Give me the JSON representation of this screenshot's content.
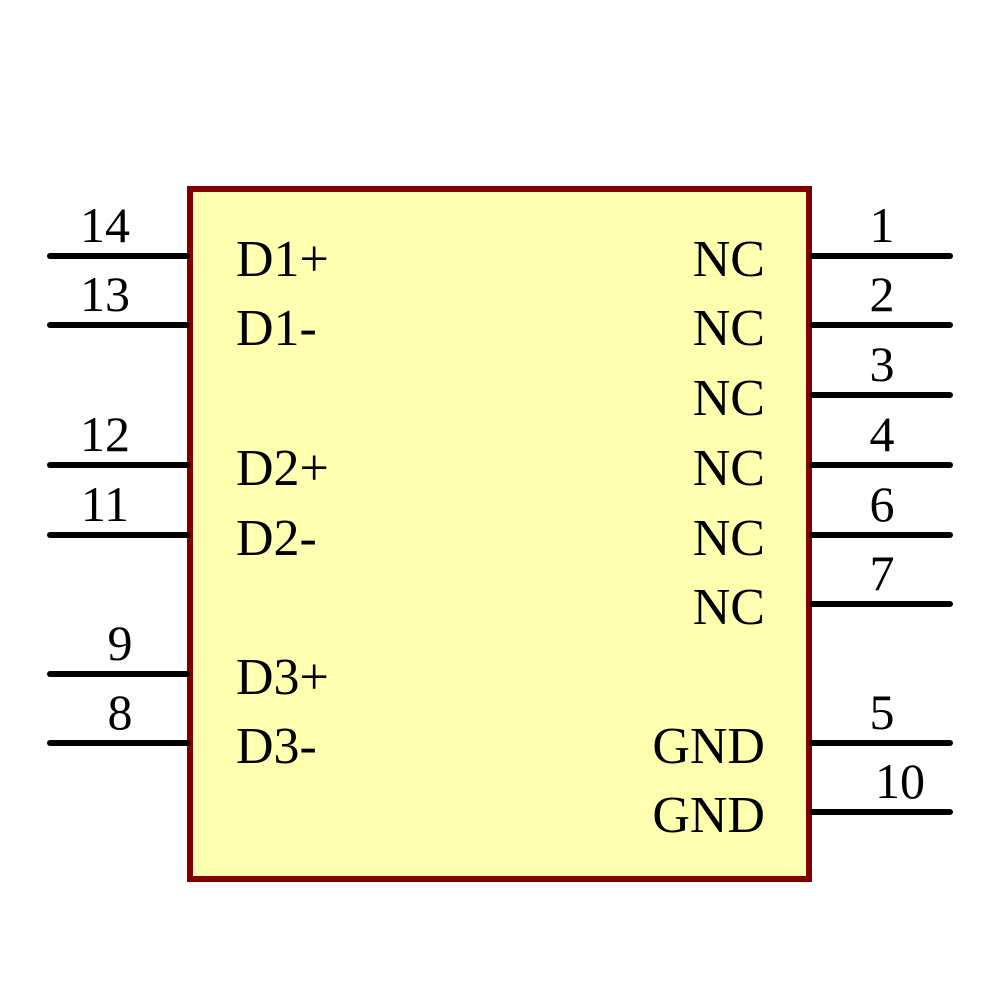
{
  "symbol": {
    "body_fill": "#FFFFB0",
    "body_border": "#800000",
    "left_pins": [
      {
        "number": "14",
        "name": "D1+"
      },
      {
        "number": "13",
        "name": "D1-"
      },
      {
        "number": "12",
        "name": "D2+"
      },
      {
        "number": "11",
        "name": "D2-"
      },
      {
        "number": "9",
        "name": "D3+"
      },
      {
        "number": "8",
        "name": "D3-"
      }
    ],
    "right_pins": [
      {
        "number": "1",
        "name": "NC"
      },
      {
        "number": "2",
        "name": "NC"
      },
      {
        "number": "3",
        "name": "NC"
      },
      {
        "number": "4",
        "name": "NC"
      },
      {
        "number": "6",
        "name": "NC"
      },
      {
        "number": "7",
        "name": "NC"
      },
      {
        "number": "5",
        "name": "GND"
      },
      {
        "number": "10",
        "name": "GND"
      }
    ]
  }
}
